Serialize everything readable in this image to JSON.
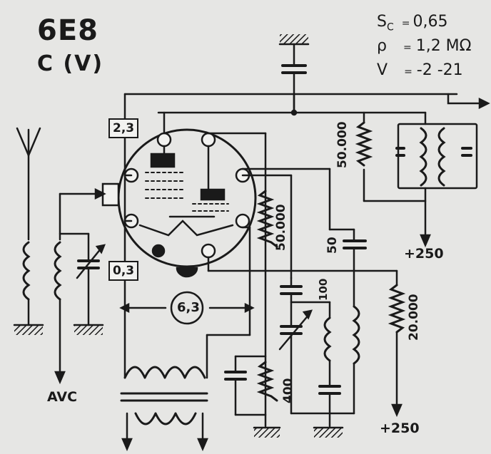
{
  "header": {
    "tube_type": "6E8",
    "base_type": "C (V)"
  },
  "parameters": [
    {
      "symbol": "S",
      "subscript": "C",
      "sep": "=",
      "value": "0,65"
    },
    {
      "symbol": "ρ",
      "subscript": "",
      "sep": "=",
      "value": "1,2 MΩ"
    },
    {
      "symbol": "V",
      "subscript": "",
      "sep": "=",
      "value": "-2 -21"
    }
  ],
  "pin_labels": {
    "upper_pin": "2,3",
    "lower_pin": "0,3",
    "heater_voltage": "6,3"
  },
  "components": {
    "r_screen": "50.000",
    "r_grid": "50.000",
    "c_coupling": "50",
    "l_osc": "100",
    "r_osc": "20.000",
    "r_cathode": "400"
  },
  "supply": {
    "hv_top": "+250",
    "hv_bottom": "+250",
    "avc": "AVC"
  }
}
